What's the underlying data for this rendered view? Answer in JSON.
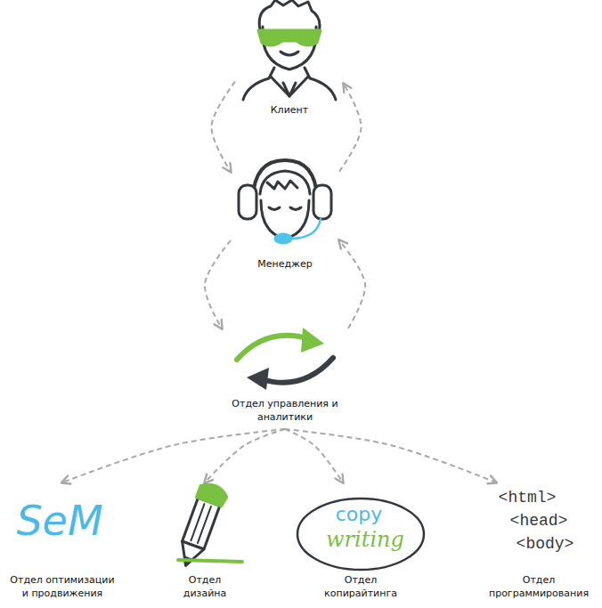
{
  "diagram": {
    "nodes": [
      {
        "text": [
          "Клиент"
        ]
      },
      {
        "text": [
          "Менеджер"
        ]
      },
      {
        "text": [
          "Отдел управления и аналитики"
        ]
      },
      {
        "text": [
          "Отдел оптимизации и продвижения"
        ]
      },
      {
        "text": [
          "Отдел дизайна"
        ]
      },
      {
        "text": [
          "Отдел копирайтинга"
        ]
      },
      {
        "text": [
          "Отдел программирования"
        ]
      }
    ],
    "edges": [
      {
        "from": 0,
        "to": 1,
        "arrow": "to"
      },
      {
        "from": 1,
        "to": 0,
        "arrow": "to"
      },
      {
        "from": 1,
        "to": 2,
        "arrow": "to"
      },
      {
        "from": 2,
        "to": 1,
        "arrow": "to"
      },
      {
        "from": 2,
        "to": 3,
        "arrow": "to"
      },
      {
        "from": 2,
        "to": 4,
        "arrow": "to"
      },
      {
        "from": 2,
        "to": 5,
        "arrow": "to"
      },
      {
        "from": 2,
        "to": 6,
        "arrow": "to"
      }
    ],
    "labels": [
      "SeM",
      "copy",
      "writing",
      "<html>",
      "<head>",
      "<body>"
    ]
  }
}
